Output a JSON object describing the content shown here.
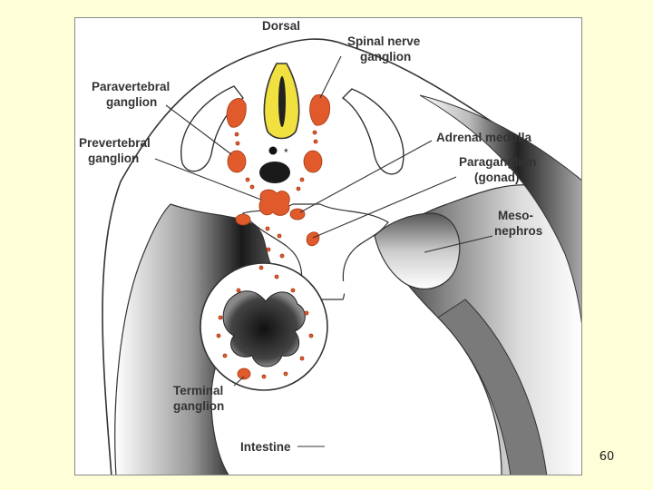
{
  "diagram": {
    "labels": {
      "dorsal": "Dorsal",
      "spinal_nerve_ganglion": [
        "Spinal nerve",
        "ganglion"
      ],
      "paravertebral_ganglion": [
        "Paravertebral",
        "ganglion"
      ],
      "prevertebral_ganglion": [
        "Prevertebral",
        "ganglion"
      ],
      "adrenal_medulla": "Adrenal medulla",
      "paraganglion": [
        "Paraganglion",
        "(gonad)"
      ],
      "mesonephros": [
        "Meso-",
        "nephros"
      ],
      "terminal_ganglion": [
        "Terminal",
        "ganglion"
      ],
      "intestine": "Intestine"
    },
    "colors": {
      "neural_crest": "#e05a2b",
      "neural_tube": "#f0e040",
      "background": "#fefed8"
    }
  },
  "page_number": "60"
}
